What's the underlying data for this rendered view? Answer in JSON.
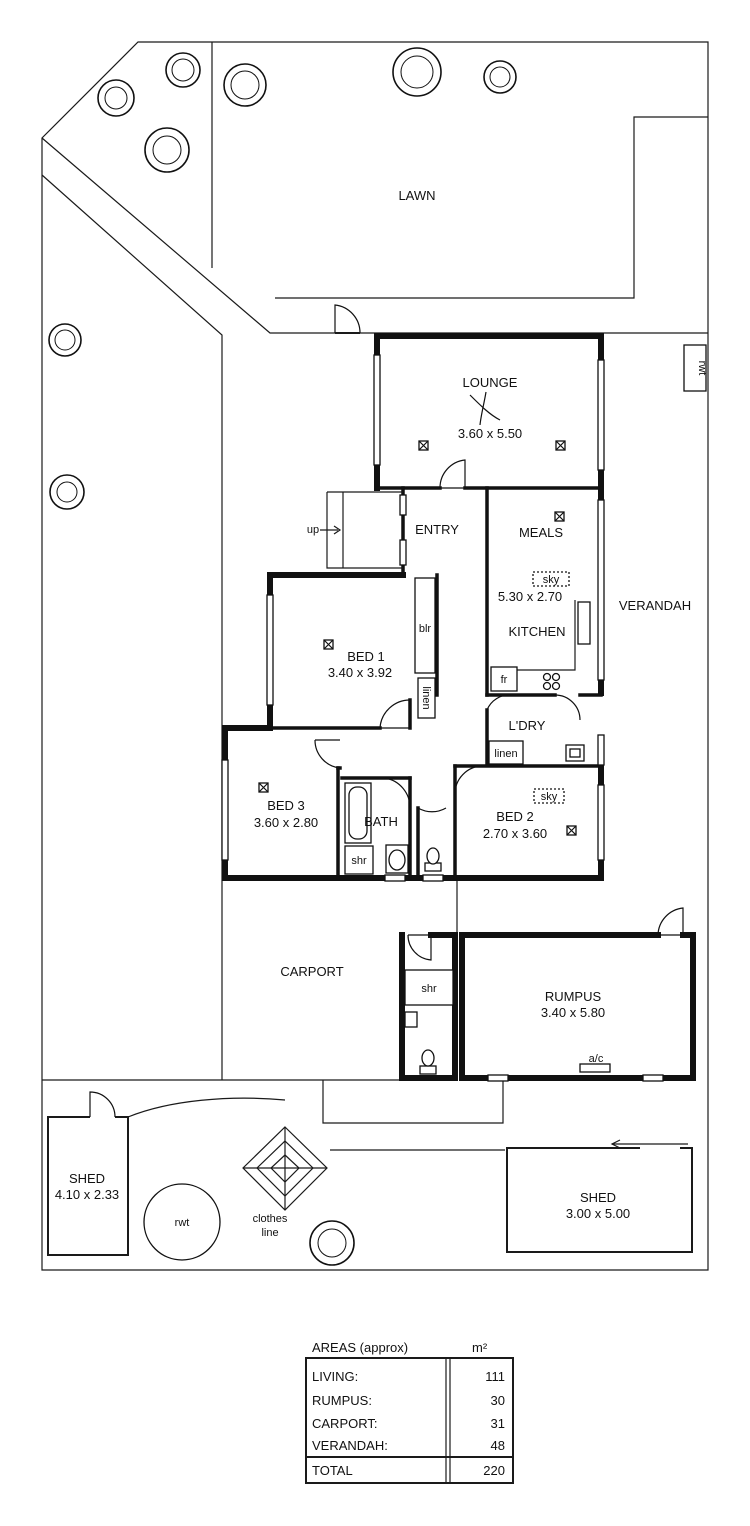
{
  "site": {
    "lawn": "LAWN",
    "carport": "CARPORT",
    "verandah": "VERANDAH",
    "rwt_tank": "rwt",
    "rwt_round": "rwt",
    "clothes_line": [
      "clothes",
      "line"
    ],
    "up": "up"
  },
  "rooms": {
    "lounge": {
      "name": "LOUNGE",
      "dims": "3.60 x 5.50"
    },
    "entry": {
      "name": "ENTRY"
    },
    "meals": {
      "name": "MEALS"
    },
    "kitchen": {
      "name": "KITCHEN",
      "dims": "5.30 x 2.70"
    },
    "bed1": {
      "name": "BED 1",
      "dims": "3.40 x 3.92"
    },
    "bed2": {
      "name": "BED 2",
      "dims": "2.70 x 3.60"
    },
    "bed3": {
      "name": "BED 3",
      "dims": "3.60 x 2.80"
    },
    "bath": {
      "name": "BATH"
    },
    "laundry": {
      "name": "L'DRY"
    },
    "rumpus": {
      "name": "RUMPUS",
      "dims": "3.40 x 5.80"
    },
    "shed_small": {
      "name": "SHED",
      "dims": "4.10 x 2.33"
    },
    "shed_large": {
      "name": "SHED",
      "dims": "3.00 x 5.00"
    }
  },
  "fixtures": {
    "sky_kitchen": "sky",
    "sky_bed2": "sky",
    "blr": "blr",
    "linen1": "linen",
    "linen2": "linen",
    "shr_bath": "shr",
    "shr_rumpus": "shr",
    "fr": "fr",
    "ac": "a/c"
  },
  "areas": {
    "title": "AREAS (approx)",
    "unit": "m²",
    "rows": [
      {
        "label": "LIVING:",
        "value": "111"
      },
      {
        "label": "RUMPUS:",
        "value": "30"
      },
      {
        "label": "CARPORT:",
        "value": "31"
      },
      {
        "label": "VERANDAH:",
        "value": "48"
      }
    ],
    "total": {
      "label": "TOTAL",
      "value": "220"
    }
  }
}
